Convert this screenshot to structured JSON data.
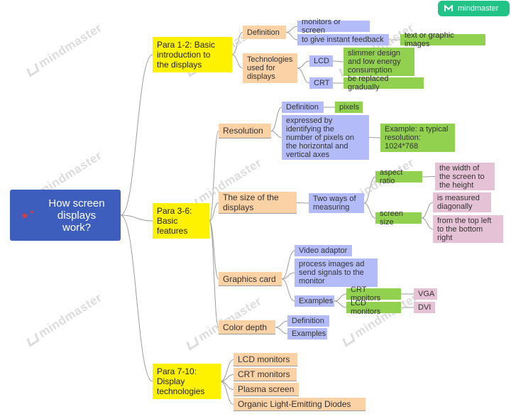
{
  "badge": {
    "text": "mindmaster"
  },
  "watermark": "mindmaster",
  "root": {
    "label": "How screen\ndisplays\nwork?"
  },
  "colors": {
    "root": "#3d5ebd",
    "peach": "#fbd1a6",
    "blue": "#b3bcf8",
    "green": "#92d050",
    "pink": "#e6c2d6",
    "yellow": "#fff200",
    "brand": "#21c486",
    "line": "#9b9b9b"
  },
  "branches": {
    "intro": {
      "label": "Para 1-2:  Basic\nintroduction to\nthe displays",
      "definition": {
        "label": "Definition",
        "monitors": "monitors or screen",
        "feedback": "to give instant feedback",
        "feedback_detail": "text or graphic images"
      },
      "technologies": {
        "label": "Technologies\nused for\ndisplays",
        "lcd": {
          "label": "LCD",
          "detail": "slimmer design\nand low energy\nconsumption"
        },
        "crt": {
          "label": "CRT",
          "detail": "be replaced gradually"
        }
      }
    },
    "features": {
      "label": "Para 3-6:\nBasic\nfeatures",
      "resolution": {
        "label": "Resolution",
        "definition": "Definition",
        "pixels": "pixels",
        "expressed": "expressed by\nidentifying the\nnumber of pixels on\nthe horizontal and\nvertical axes",
        "example": "Example: a typical\nresolution:\n1024*768"
      },
      "size": {
        "label": "The size of the\ndisplays",
        "ways": "Two ways of\nmeasuring",
        "aspect": {
          "label": "aspect ratio",
          "detail": "the width of\nthe screen to\nthe height"
        },
        "screen": {
          "label": "screen size",
          "diag": "is measured\ndiagonally",
          "top": "from the top left\nto the bottom\nright"
        }
      },
      "graphics": {
        "label": "Graphics card",
        "adaptor": "Video adaptor",
        "process": "process images ad\nsend signals to the\nmonitor",
        "examples": "Examples",
        "crt_monitors": "CRT monitors",
        "vga": "VGA",
        "lcd_monitors": "LCD monitors",
        "dvi": "DVI"
      },
      "color": {
        "label": "Color depth",
        "definition": "Definition",
        "examples": "Examples"
      }
    },
    "tech": {
      "label": "Para 7-10:\nDisplay\ntechnologies",
      "items": [
        "LCD monitors",
        "CRT monitors",
        "Plasma screen",
        "Organic Light-Emitting Diodes"
      ]
    }
  }
}
